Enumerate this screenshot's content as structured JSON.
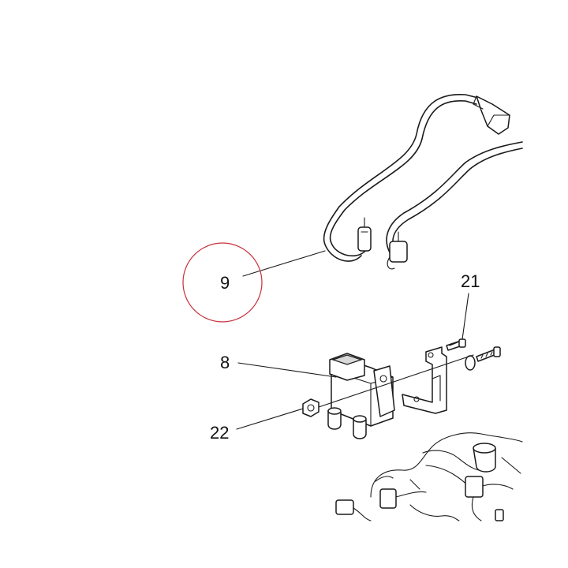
{
  "callouts": [
    {
      "id": "9",
      "label": "9",
      "highlighted": true
    },
    {
      "id": "21",
      "label": "21",
      "highlighted": false
    },
    {
      "id": "8",
      "label": "8",
      "highlighted": false
    },
    {
      "id": "22",
      "label": "22",
      "highlighted": false
    }
  ],
  "colors": {
    "highlight_ring": "#c8303c",
    "line_art": "#1a1a1a",
    "background": "#ffffff"
  }
}
